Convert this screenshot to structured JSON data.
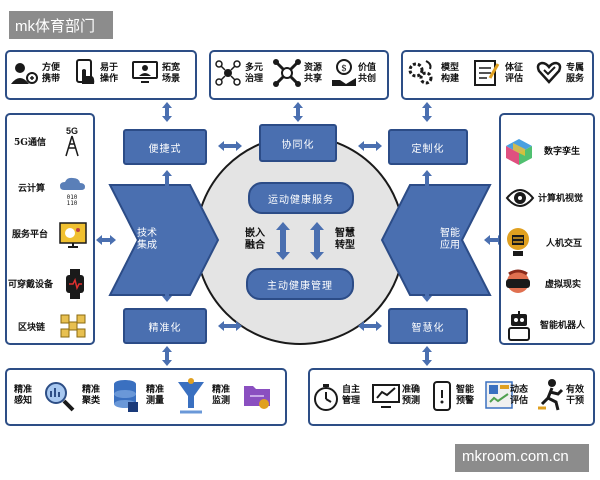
{
  "watermark_top": "mk体育部门",
  "watermark_bottom": "mkroom.com.cn",
  "top_left": [
    "方便携带",
    "易于操作",
    "拓宽场景"
  ],
  "top_mid": [
    "多元治理",
    "资源共享",
    "价值共创"
  ],
  "top_right": [
    "模型构建",
    "体征评估",
    "专属服务"
  ],
  "left_tech": [
    "5G通信",
    "云计算",
    "服务平台",
    "可穿戴设备",
    "区块链"
  ],
  "right_tech": [
    "数字孪生",
    "计算机视觉",
    "人机交互",
    "虚拟现实",
    "智能机器人"
  ],
  "bottom_left": [
    "精准感知",
    "精准聚类",
    "精准测量",
    "精准监测"
  ],
  "bottom_right": [
    "自主管理",
    "准确预测",
    "智能预警",
    "动态评估",
    "有效干预"
  ],
  "boxes": {
    "convenient": "便捷式",
    "collaborative": "协同化",
    "customized": "定制化",
    "precise": "精准化",
    "intelligent": "智慧化"
  },
  "arrows": {
    "left": "技术集成",
    "right": "智能应用"
  },
  "center": {
    "top": "运动健康服务",
    "bottom": "主动健康管理",
    "left": "嵌入融合",
    "right": "智慧转型"
  },
  "colors": {
    "primary": "#4a6fb0",
    "border": "#2d4e86",
    "arrow": "#4a6fb0"
  },
  "icon_names": [
    "person-share-icon",
    "hand-touch-icon",
    "screen-user-icon",
    "people-network-icon",
    "puzzle-share-icon",
    "hand-coin-icon",
    "gears-user-icon",
    "checklist-icon",
    "heart-check-icon",
    "hand-heart-icon"
  ]
}
